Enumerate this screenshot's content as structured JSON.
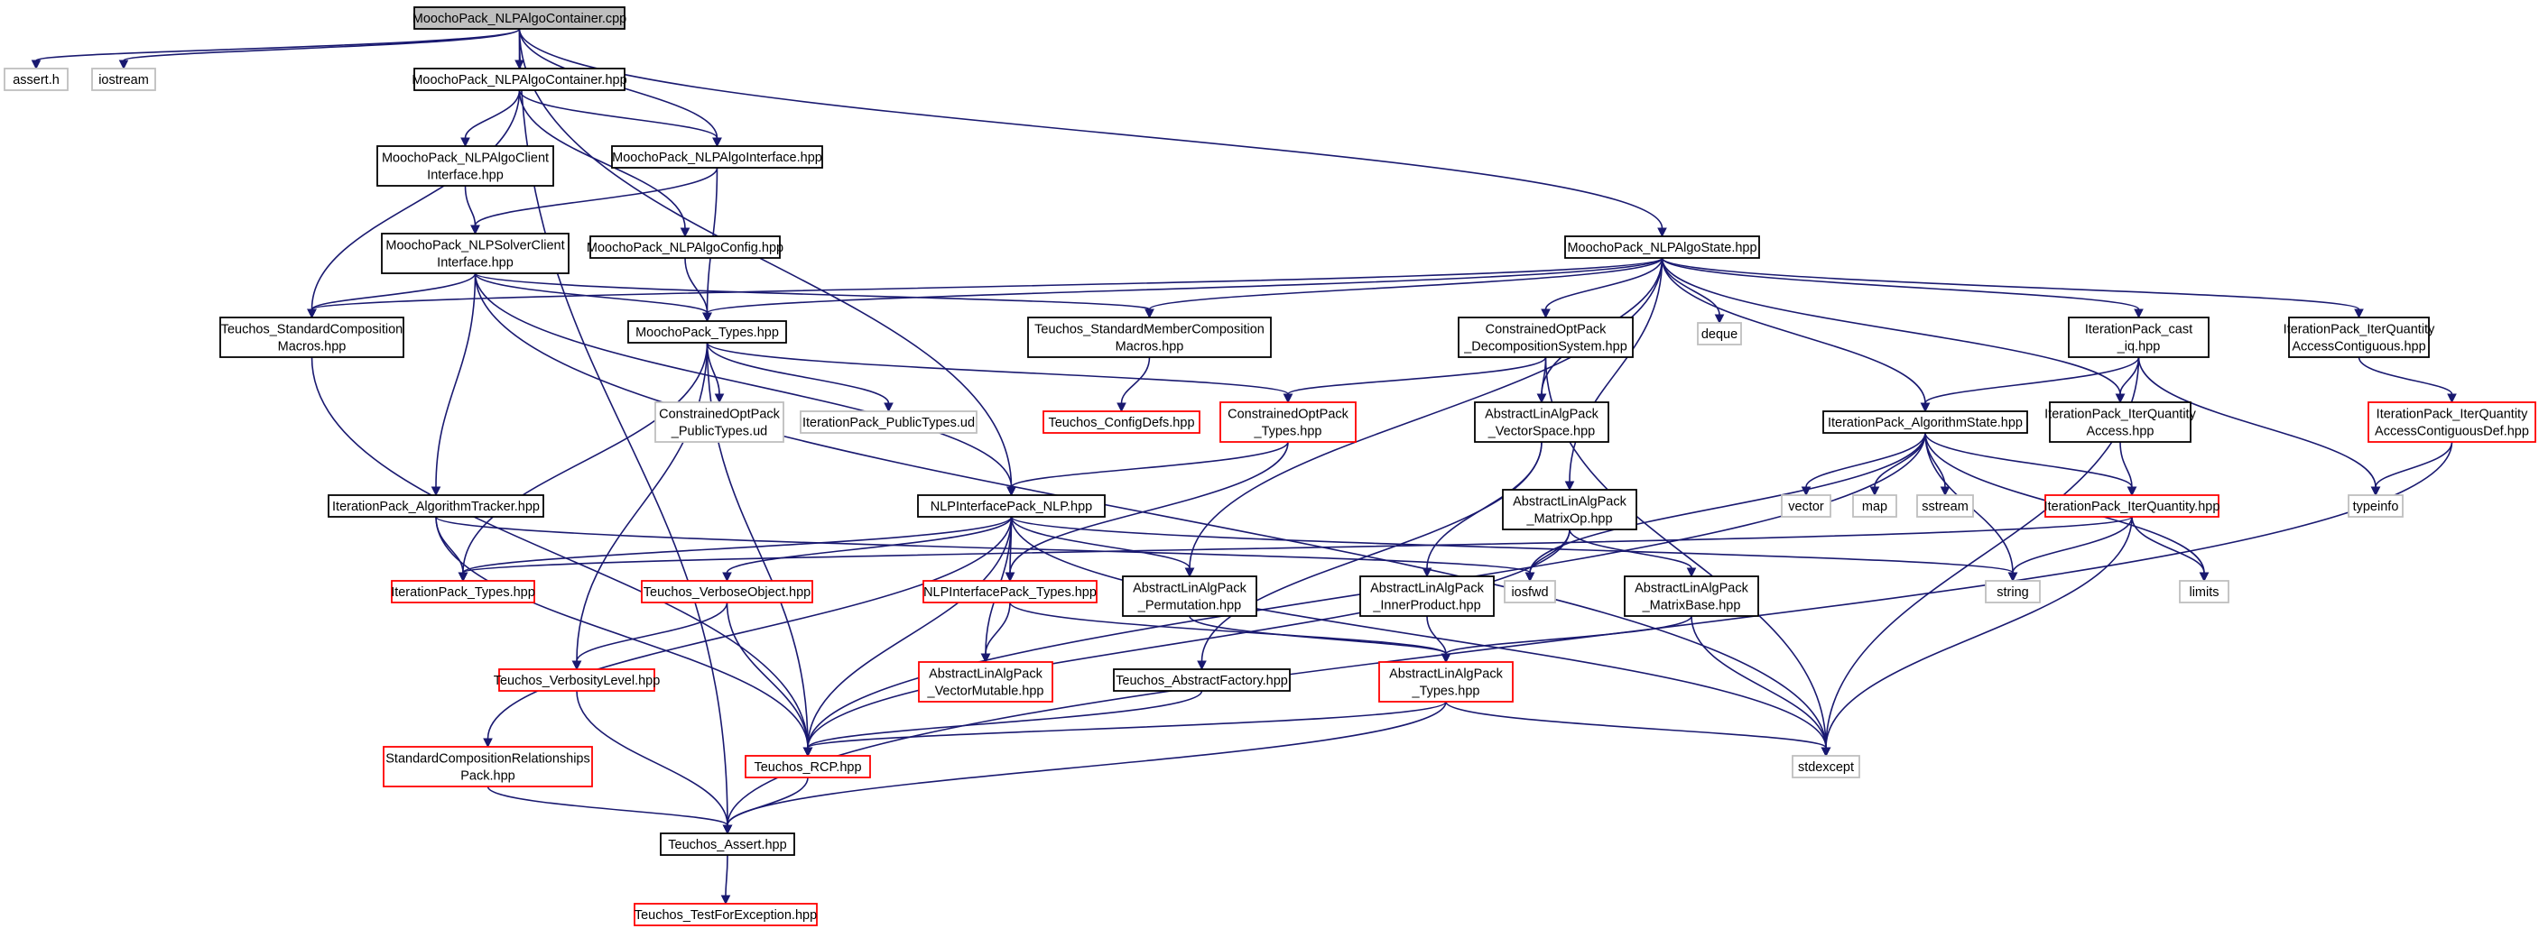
{
  "graph": {
    "root": "MoochoPack_NLPAlgoContainer.cpp",
    "nodes": [
      {
        "id": "root",
        "kind": "root",
        "lines": [
          "MoochoPack_NLPAlgoContainer.cpp"
        ]
      },
      {
        "id": "assert_h",
        "kind": "sys",
        "lines": [
          "assert.h"
        ]
      },
      {
        "id": "iostream",
        "kind": "sys",
        "lines": [
          "iostream"
        ]
      },
      {
        "id": "container_hpp",
        "kind": "std",
        "lines": [
          "MoochoPack_NLPAlgoContainer.hpp"
        ]
      },
      {
        "id": "algo_client",
        "kind": "std",
        "lines": [
          "MoochoPack_NLPAlgoClient",
          "Interface.hpp"
        ]
      },
      {
        "id": "algo_iface",
        "kind": "std",
        "lines": [
          "MoochoPack_NLPAlgoInterface.hpp"
        ]
      },
      {
        "id": "solver_client",
        "kind": "std",
        "lines": [
          "MoochoPack_NLPSolverClient",
          "Interface.hpp"
        ]
      },
      {
        "id": "algo_config",
        "kind": "std",
        "lines": [
          "MoochoPack_NLPAlgoConfig.hpp"
        ]
      },
      {
        "id": "std_comp",
        "kind": "std",
        "lines": [
          "Teuchos_StandardComposition",
          "Macros.hpp"
        ]
      },
      {
        "id": "mp_types",
        "kind": "std",
        "lines": [
          "MoochoPack_Types.hpp"
        ]
      },
      {
        "id": "co_public",
        "kind": "sys",
        "lines": [
          "ConstrainedOptPack",
          "_PublicTypes.ud"
        ]
      },
      {
        "id": "ip_public",
        "kind": "sys",
        "lines": [
          "IterationPack_PublicTypes.ud"
        ]
      },
      {
        "id": "std_member",
        "kind": "std",
        "lines": [
          "Teuchos_StandardMemberComposition",
          "Macros.hpp"
        ]
      },
      {
        "id": "config_defs",
        "kind": "trunc",
        "lines": [
          "Teuchos_ConfigDefs.hpp"
        ]
      },
      {
        "id": "algo_state",
        "kind": "std",
        "lines": [
          "MoochoPack_NLPAlgoState.hpp"
        ]
      },
      {
        "id": "co_decomp",
        "kind": "std",
        "lines": [
          "ConstrainedOptPack",
          "_DecompositionSystem.hpp"
        ]
      },
      {
        "id": "co_types",
        "kind": "trunc",
        "lines": [
          "ConstrainedOptPack",
          "_Types.hpp"
        ]
      },
      {
        "id": "ala_vecspace",
        "kind": "std",
        "lines": [
          "AbstractLinAlgPack",
          "_VectorSpace.hpp"
        ]
      },
      {
        "id": "deque",
        "kind": "sys",
        "lines": [
          "deque"
        ]
      },
      {
        "id": "ip_cast",
        "kind": "std",
        "lines": [
          "IterationPack_cast",
          "_iq.hpp"
        ]
      },
      {
        "id": "ip_iqac",
        "kind": "std",
        "lines": [
          "IterationPack_IterQuantity",
          "AccessContiguous.hpp"
        ]
      },
      {
        "id": "ip_iqacdef",
        "kind": "trunc",
        "lines": [
          "IterationPack_IterQuantity",
          "AccessContiguousDef.hpp"
        ]
      },
      {
        "id": "typeinfo",
        "kind": "sys",
        "lines": [
          "typeinfo"
        ]
      },
      {
        "id": "ip_algstate",
        "kind": "std",
        "lines": [
          "IterationPack_AlgorithmState.hpp"
        ]
      },
      {
        "id": "ip_iqaccess",
        "kind": "std",
        "lines": [
          "IterationPack_IterQuantity",
          "Access.hpp"
        ]
      },
      {
        "id": "vector",
        "kind": "sys",
        "lines": [
          "vector"
        ]
      },
      {
        "id": "map",
        "kind": "sys",
        "lines": [
          "map"
        ]
      },
      {
        "id": "sstream",
        "kind": "sys",
        "lines": [
          "sstream"
        ]
      },
      {
        "id": "string",
        "kind": "sys",
        "lines": [
          "string"
        ]
      },
      {
        "id": "ip_iq",
        "kind": "trunc",
        "lines": [
          "IterationPack_IterQuantity.hpp"
        ]
      },
      {
        "id": "limits",
        "kind": "sys",
        "lines": [
          "limits"
        ]
      },
      {
        "id": "ala_matop",
        "kind": "std",
        "lines": [
          "AbstractLinAlgPack",
          "_MatrixOp.hpp"
        ]
      },
      {
        "id": "iosfwd",
        "kind": "sys",
        "lines": [
          "iosfwd"
        ]
      },
      {
        "id": "ala_inner",
        "kind": "std",
        "lines": [
          "AbstractLinAlgPack",
          "_InnerProduct.hpp"
        ]
      },
      {
        "id": "ala_matbase",
        "kind": "std",
        "lines": [
          "AbstractLinAlgPack",
          "_MatrixBase.hpp"
        ]
      },
      {
        "id": "ip_tracker",
        "kind": "std",
        "lines": [
          "IterationPack_AlgorithmTracker.hpp"
        ]
      },
      {
        "id": "ip_types",
        "kind": "trunc",
        "lines": [
          "IterationPack_Types.hpp"
        ]
      },
      {
        "id": "nlp",
        "kind": "std",
        "lines": [
          "NLPInterfacePack_NLP.hpp"
        ]
      },
      {
        "id": "verbose",
        "kind": "trunc",
        "lines": [
          "Teuchos_VerboseObject.hpp"
        ]
      },
      {
        "id": "nlp_types",
        "kind": "trunc",
        "lines": [
          "NLPInterfacePack_Types.hpp"
        ]
      },
      {
        "id": "ala_perm",
        "kind": "std",
        "lines": [
          "AbstractLinAlgPack",
          "_Permutation.hpp"
        ]
      },
      {
        "id": "verbosity",
        "kind": "trunc",
        "lines": [
          "Teuchos_VerbosityLevel.hpp"
        ]
      },
      {
        "id": "ala_vecmut",
        "kind": "trunc",
        "lines": [
          "AbstractLinAlgPack",
          "_VectorMutable.hpp"
        ]
      },
      {
        "id": "abs_factory",
        "kind": "std",
        "lines": [
          "Teuchos_AbstractFactory.hpp"
        ]
      },
      {
        "id": "ala_types",
        "kind": "trunc",
        "lines": [
          "AbstractLinAlgPack",
          "_Types.hpp"
        ]
      },
      {
        "id": "scr_pack",
        "kind": "trunc",
        "lines": [
          "StandardCompositionRelationships",
          "Pack.hpp"
        ]
      },
      {
        "id": "rcp",
        "kind": "trunc",
        "lines": [
          "Teuchos_RCP.hpp"
        ]
      },
      {
        "id": "stdexcept",
        "kind": "sys",
        "lines": [
          "stdexcept"
        ]
      },
      {
        "id": "assert_hpp",
        "kind": "std",
        "lines": [
          "Teuchos_Assert.hpp"
        ]
      },
      {
        "id": "test_exc",
        "kind": "trunc",
        "lines": [
          "Teuchos_TestForException.hpp"
        ]
      }
    ],
    "edges": [
      [
        "root",
        "assert_h"
      ],
      [
        "root",
        "iostream"
      ],
      [
        "root",
        "container_hpp"
      ],
      [
        "root",
        "algo_iface"
      ],
      [
        "root",
        "nlp"
      ],
      [
        "root",
        "algo_state"
      ],
      [
        "root",
        "assert_hpp"
      ],
      [
        "container_hpp",
        "algo_client"
      ],
      [
        "container_hpp",
        "algo_iface"
      ],
      [
        "container_hpp",
        "algo_config"
      ],
      [
        "container_hpp",
        "std_comp"
      ],
      [
        "algo_client",
        "solver_client"
      ],
      [
        "algo_iface",
        "solver_client"
      ],
      [
        "algo_iface",
        "mp_types"
      ],
      [
        "algo_config",
        "mp_types"
      ],
      [
        "solver_client",
        "std_comp"
      ],
      [
        "solver_client",
        "mp_types"
      ],
      [
        "solver_client",
        "std_member"
      ],
      [
        "solver_client",
        "ip_tracker"
      ],
      [
        "solver_client",
        "nlp"
      ],
      [
        "solver_client",
        "stdexcept"
      ],
      [
        "std_comp",
        "rcp"
      ],
      [
        "mp_types",
        "co_public"
      ],
      [
        "mp_types",
        "ip_public"
      ],
      [
        "mp_types",
        "co_types"
      ],
      [
        "mp_types",
        "ip_types"
      ],
      [
        "mp_types",
        "verbosity"
      ],
      [
        "mp_types",
        "rcp"
      ],
      [
        "std_member",
        "config_defs"
      ],
      [
        "algo_state",
        "std_comp"
      ],
      [
        "algo_state",
        "mp_types"
      ],
      [
        "algo_state",
        "std_member"
      ],
      [
        "algo_state",
        "co_decomp"
      ],
      [
        "algo_state",
        "ala_vecspace"
      ],
      [
        "algo_state",
        "deque"
      ],
      [
        "algo_state",
        "ip_cast"
      ],
      [
        "algo_state",
        "ip_iqac"
      ],
      [
        "algo_state",
        "ip_algstate"
      ],
      [
        "algo_state",
        "ip_iqaccess"
      ],
      [
        "algo_state",
        "ala_matop"
      ],
      [
        "algo_state",
        "ala_perm"
      ],
      [
        "co_decomp",
        "co_types"
      ],
      [
        "co_decomp",
        "ala_vecspace"
      ],
      [
        "co_decomp",
        "stdexcept"
      ],
      [
        "co_types",
        "nlp"
      ],
      [
        "co_types",
        "nlp_types"
      ],
      [
        "ala_vecspace",
        "ala_inner"
      ],
      [
        "ala_vecspace",
        "abs_factory"
      ],
      [
        "ip_cast",
        "ip_algstate"
      ],
      [
        "ip_cast",
        "ip_iqaccess"
      ],
      [
        "ip_cast",
        "typeinfo"
      ],
      [
        "ip_cast",
        "stdexcept"
      ],
      [
        "ip_iqac",
        "ip_iqacdef"
      ],
      [
        "ip_iqacdef",
        "typeinfo"
      ],
      [
        "ip_iqacdef",
        "assert_hpp"
      ],
      [
        "ip_algstate",
        "vector"
      ],
      [
        "ip_algstate",
        "map"
      ],
      [
        "ip_algstate",
        "sstream"
      ],
      [
        "ip_algstate",
        "string"
      ],
      [
        "ip_algstate",
        "ip_iq"
      ],
      [
        "ip_algstate",
        "limits"
      ],
      [
        "ip_algstate",
        "iosfwd"
      ],
      [
        "ip_algstate",
        "rcp"
      ],
      [
        "ip_iqaccess",
        "ip_iq"
      ],
      [
        "ip_iq",
        "ip_types"
      ],
      [
        "ip_iq",
        "string"
      ],
      [
        "ip_iq",
        "limits"
      ],
      [
        "ip_iq",
        "stdexcept"
      ],
      [
        "ala_matop",
        "iosfwd"
      ],
      [
        "ala_matop",
        "ala_matbase"
      ],
      [
        "ala_matop",
        "rcp"
      ],
      [
        "ala_inner",
        "ala_types"
      ],
      [
        "ala_matbase",
        "ala_types"
      ],
      [
        "ala_matbase",
        "stdexcept"
      ],
      [
        "ip_tracker",
        "ip_types"
      ],
      [
        "ip_tracker",
        "iosfwd"
      ],
      [
        "ip_tracker",
        "rcp"
      ],
      [
        "nlp",
        "ip_types"
      ],
      [
        "nlp",
        "verbose"
      ],
      [
        "nlp",
        "nlp_types"
      ],
      [
        "nlp",
        "ala_perm"
      ],
      [
        "nlp",
        "ala_vecmut"
      ],
      [
        "nlp",
        "string"
      ],
      [
        "nlp",
        "stdexcept"
      ],
      [
        "nlp",
        "scr_pack"
      ],
      [
        "nlp",
        "rcp"
      ],
      [
        "verbose",
        "verbosity"
      ],
      [
        "verbose",
        "rcp"
      ],
      [
        "nlp_types",
        "ala_vecmut"
      ],
      [
        "nlp_types",
        "ala_types"
      ],
      [
        "ala_perm",
        "ala_types"
      ],
      [
        "verbosity",
        "assert_hpp"
      ],
      [
        "abs_factory",
        "rcp"
      ],
      [
        "ala_types",
        "rcp"
      ],
      [
        "ala_types",
        "stdexcept"
      ],
      [
        "ala_types",
        "assert_hpp"
      ],
      [
        "scr_pack",
        "assert_hpp"
      ],
      [
        "rcp",
        "assert_hpp"
      ],
      [
        "assert_hpp",
        "test_exc"
      ]
    ]
  }
}
